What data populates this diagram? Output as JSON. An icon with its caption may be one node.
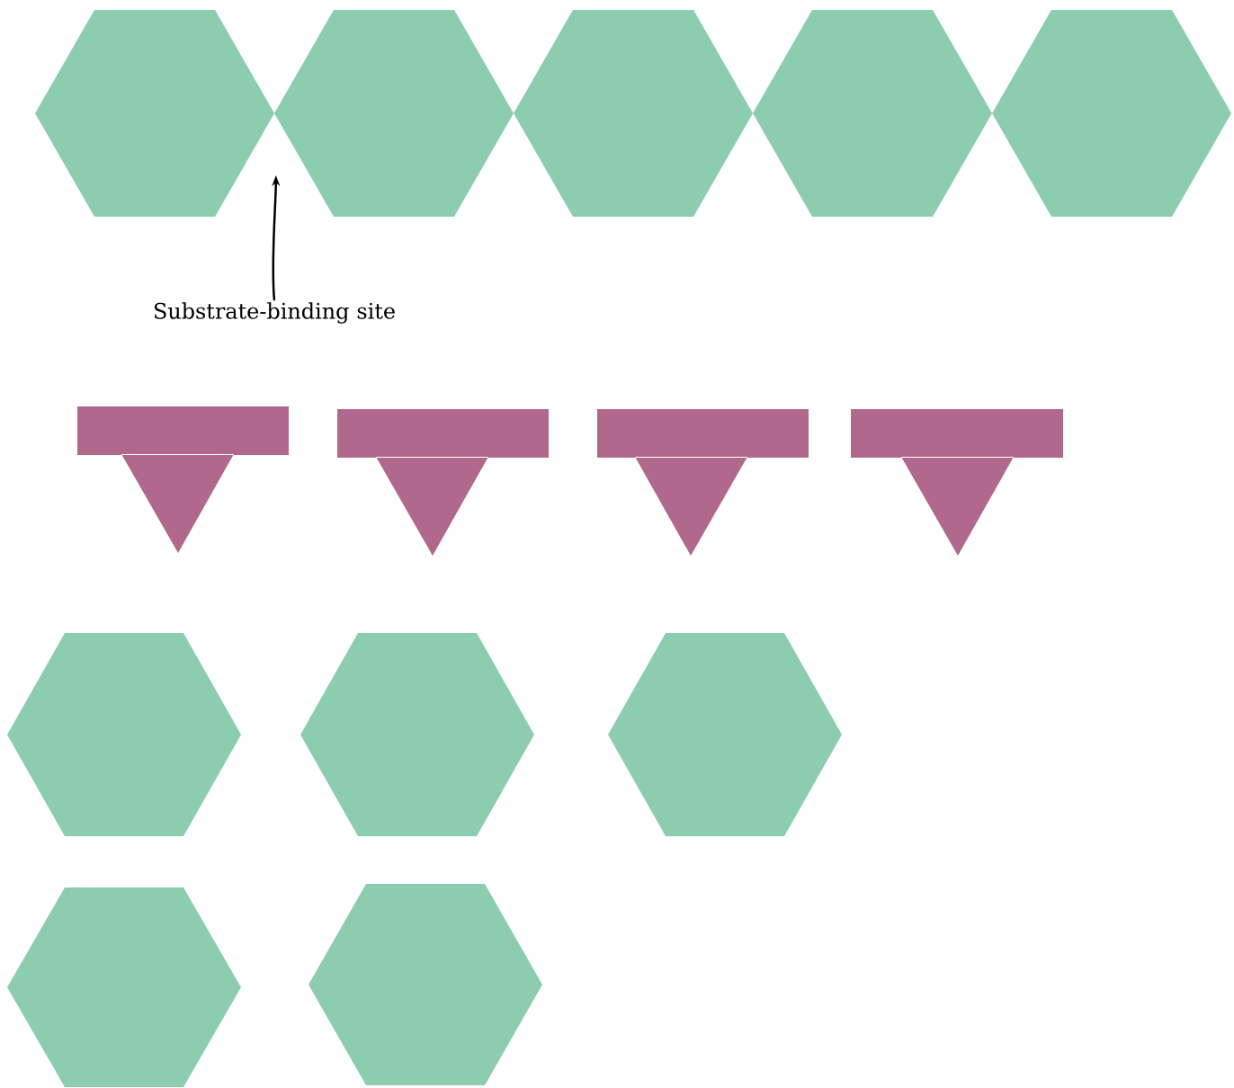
{
  "diagram": {
    "nodes": [
      {
        "text": [],
        "shape": "hexagon"
      },
      {
        "text": [],
        "shape": "hexagon"
      },
      {
        "text": [],
        "shape": "hexagon"
      },
      {
        "text": [],
        "shape": "hexagon"
      },
      {
        "text": [],
        "shape": "hexagon"
      },
      {
        "text": [
          "Substrate-binding site"
        ]
      },
      {
        "text": [],
        "shape": "wedge"
      },
      {
        "text": [],
        "shape": "wedge"
      },
      {
        "text": [],
        "shape": "wedge"
      },
      {
        "text": [],
        "shape": "wedge"
      },
      {
        "text": [],
        "shape": "hexagon"
      },
      {
        "text": [],
        "shape": "hexagon"
      },
      {
        "text": [],
        "shape": "hexagon"
      },
      {
        "text": [],
        "shape": "hexagon"
      },
      {
        "text": [],
        "shape": "hexagon"
      }
    ],
    "edges": [
      {
        "from": 5,
        "to": 1,
        "arrow": "to"
      }
    ]
  }
}
